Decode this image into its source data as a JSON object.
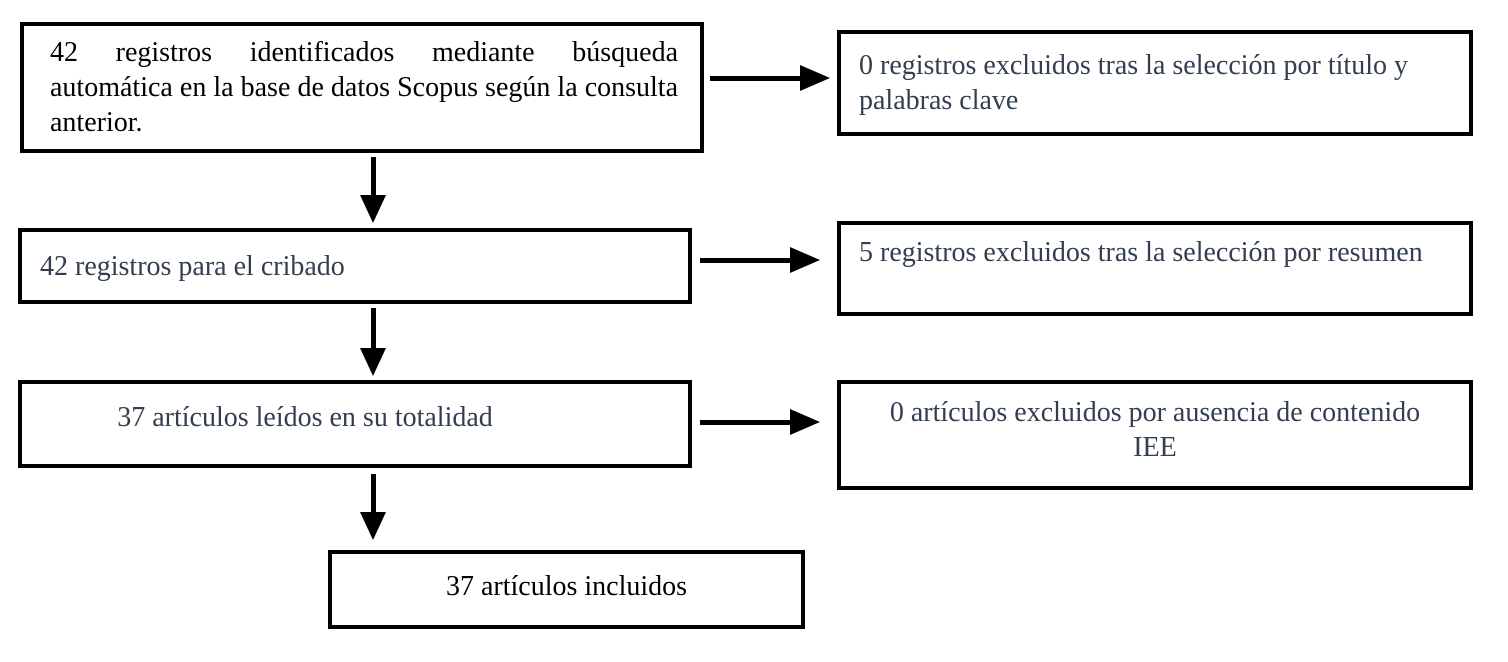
{
  "diagram": {
    "type": "prisma-style-flowchart",
    "colors": {
      "background": "#FFFFFF",
      "box_border": "#000000",
      "text_primary": "#000000",
      "text_secondary": "#333F50",
      "arrow": "#000000"
    },
    "boxes": {
      "identified": "42 registros identificados mediante búsqueda automática en la base de datos Scopus según la consulta anterior.",
      "excluded_title_keywords": "0 registros excluidos tras la selección por título y palabras clave",
      "screening": "42 registros para el cribado",
      "excluded_abstract": "5 registros excluidos tras la selección por resumen",
      "full_read": "37 artículos leídos en su totalidad",
      "excluded_no_content": "0 artículos excluidos por ausencia de contenido IEE",
      "included": "37 artículos incluidos"
    },
    "counts": {
      "records_identified": 42,
      "excluded_by_title_keywords": 0,
      "records_screened": 42,
      "excluded_by_abstract": 5,
      "articles_full_read": 37,
      "excluded_no_content": 0,
      "articles_included": 37
    }
  }
}
